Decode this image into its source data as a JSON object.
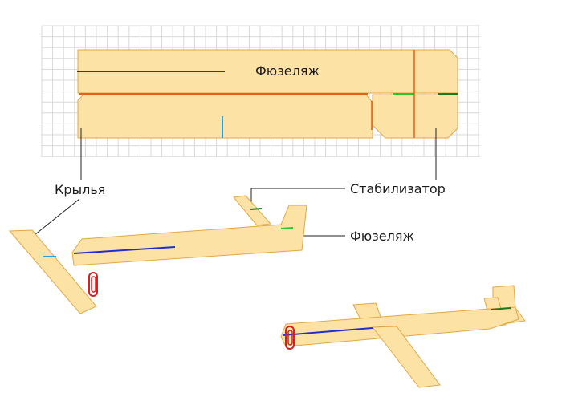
{
  "labels": {
    "fuselage_top": "Фюзеляж",
    "wings": "Крылья",
    "stabilizer": "Стабилизатор",
    "fuselage_side": "Фюзеляж"
  },
  "colors": {
    "paper": "#fde2a6",
    "paper_edge": "#e3a746",
    "fold_blue": "#1f2ecf",
    "cut_orange": "#e0611a",
    "fold_green": "#2ec42e",
    "fold_darkgreen": "#1f7a1f",
    "fold_lightblue": "#2a9fd6",
    "clip_red": "#d42020",
    "grid": "#d9d9d9"
  }
}
